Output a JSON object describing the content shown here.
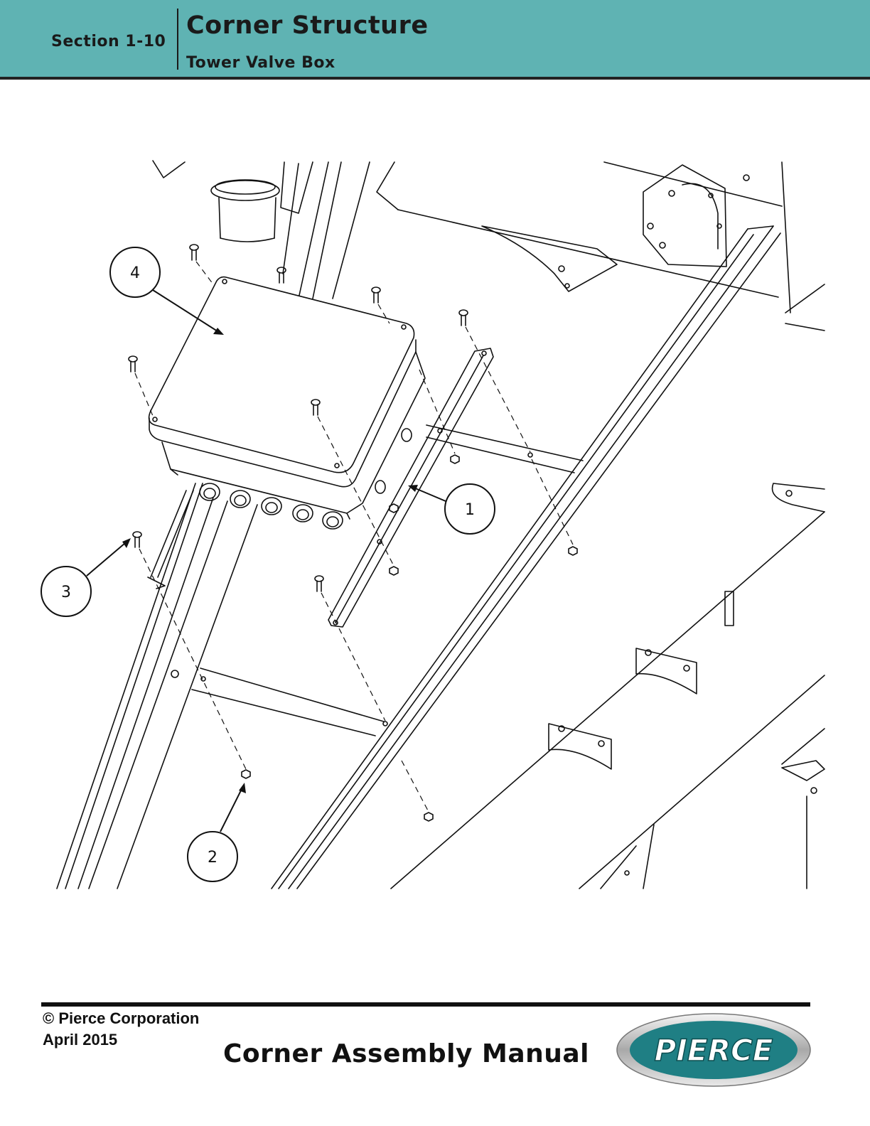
{
  "header": {
    "section": "Section 1-10",
    "title": "Corner Structure",
    "subtitle": "Tower Valve Box",
    "band_color": "#5fb3b3"
  },
  "callouts": [
    {
      "label": "1",
      "part": "mounting-bracket"
    },
    {
      "label": "2",
      "part": "nut"
    },
    {
      "label": "3",
      "part": "bolt"
    },
    {
      "label": "4",
      "part": "valve-box"
    }
  ],
  "footer": {
    "copyright": "© Pierce Corporation",
    "date": "April 2015",
    "manual_title": "Corner Assembly Manual",
    "logo_text": "PIERCE",
    "logo_color": "#1f7f84"
  }
}
